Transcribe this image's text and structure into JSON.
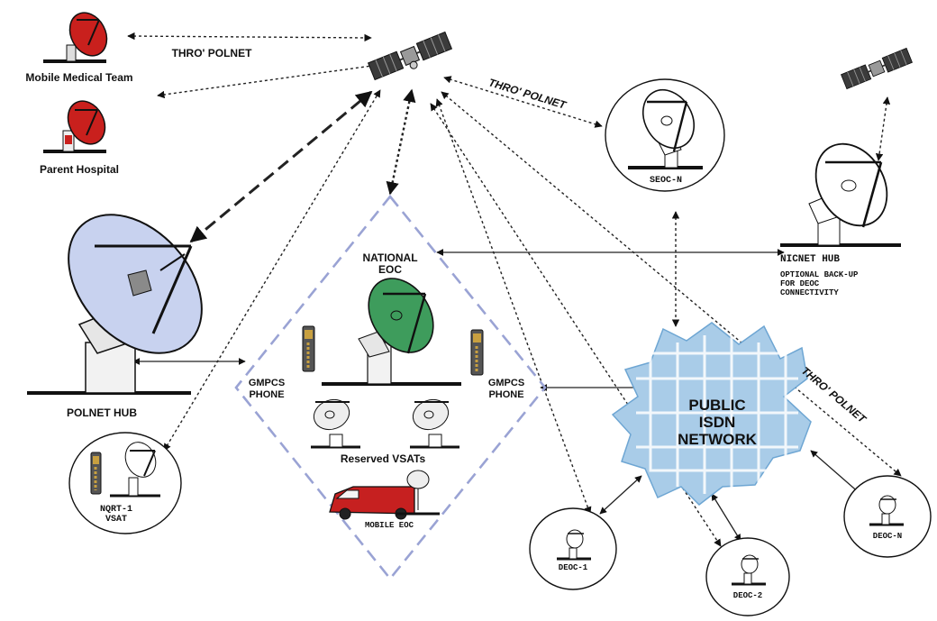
{
  "nodes": {
    "mobile_medical_team": {
      "label": "Mobile Medical Team"
    },
    "parent_hospital": {
      "label": "Parent Hospital"
    },
    "polnet_hub": {
      "label": "POLNET HUB"
    },
    "nqrt_vsat": {
      "label": "NQRT-1\nVSAT"
    },
    "national_eoc": {
      "label": "NATIONAL\nEOC"
    },
    "gmpcs_left": {
      "label": "GMPCS\nPHONE"
    },
    "gmpcs_right": {
      "label": "GMPCS\nPHONE"
    },
    "reserved_vsats": {
      "label": "Reserved VSATs"
    },
    "mobile_eoc": {
      "label": "MOBILE EOC"
    },
    "seoc_n": {
      "label": "SEOC-N"
    },
    "nicnet_hub": {
      "label": "NICNET HUB",
      "note": "OPTIONAL BACK-UP\nFOR DEOC\nCONNECTIVITY"
    },
    "public_isdn": {
      "label": "PUBLIC\nISDN\nNETWORK"
    },
    "deoc_1": {
      "label": "DEOC-1"
    },
    "deoc_2": {
      "label": "DEOC-2"
    },
    "deoc_n": {
      "label": "DEOC-N"
    }
  },
  "link_labels": {
    "thro_polnet_top": "THRO' POLNET",
    "thro_polnet_seoc": "THRO' POLNET",
    "thro_polnet_deoc_n": "THRO' POLNET"
  },
  "colors": {
    "dish_red": "#c9201d",
    "dish_green": "#3e9c5c",
    "dish_blue": "#c8d2ef",
    "isdn_blue": "#a9cce8",
    "diamond_dash": "#9aa3d4",
    "van_red": "#c62020"
  }
}
